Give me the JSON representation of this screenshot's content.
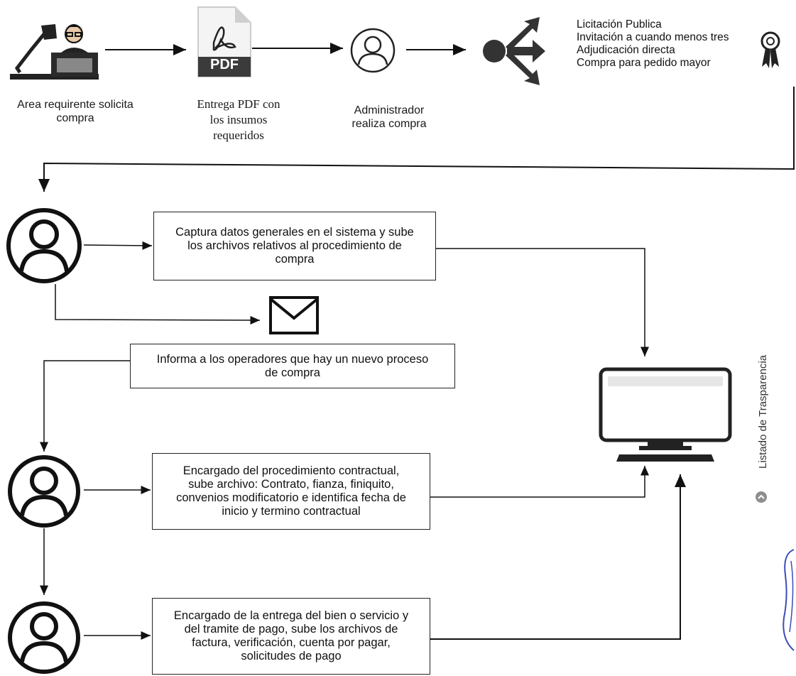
{
  "steps": {
    "area_requirente": "Area requirente solicita\ncompra",
    "entrega_pdf": "Entrega PDF con\nlos insumos\nrequeridos",
    "administrador": "Administrador\nrealiza compra"
  },
  "pdf_label": "PDF",
  "procedures": [
    "Licitación Publica",
    "Invitación a cuando menos tres",
    "Adjudicación directa",
    "Compra para pedido mayor"
  ],
  "boxes": {
    "captura": "Captura datos generales en el sistema y sube\nlos archivos relativos al procedimiento de\ncompra",
    "informa": "Informa a los operadores que hay un nuevo proceso\nde compra",
    "encargado_contractual": "Encargado del procedimiento contractual,\nsube archivo: Contrato, fianza, finiquito,\nconvenios modificatorio e identifica fecha de\ninicio y termino contractual",
    "encargado_entrega": "Encargado de la entrega del bien o servicio y\ndel tramite de pago, sube los archivos de\nfactura, verificación, cuenta por pagar,\nsolicitudes de pago"
  },
  "side_label": "Listado de Trasparencia"
}
